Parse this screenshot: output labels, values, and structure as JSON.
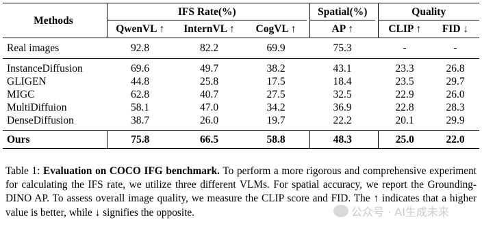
{
  "table": {
    "header_methods": "Methods",
    "groups": {
      "ifs": "IFS Rate(%)",
      "spatial": "Spatial(%)",
      "quality": "Quality"
    },
    "subheaders": [
      "QwenVL ↑",
      "InternVL ↑",
      "CogVL ↑",
      "AP ↑",
      "CLIP ↑",
      "FID ↓"
    ],
    "real_row": {
      "name": "Real images",
      "values": [
        "92.8",
        "82.2",
        "69.9",
        "75.3",
        "-",
        "-"
      ]
    },
    "rows": [
      {
        "name": "InstanceDiffusion",
        "values": [
          "69.6",
          "49.7",
          "38.2",
          "43.1",
          "23.3",
          "26.8"
        ]
      },
      {
        "name": "GLIGEN",
        "values": [
          "44.8",
          "25.8",
          "17.5",
          "18.4",
          "23.5",
          "29.7"
        ]
      },
      {
        "name": "MIGC",
        "values": [
          "62.8",
          "40.7",
          "27.5",
          "32.5",
          "22.9",
          "26.0"
        ]
      },
      {
        "name": "MultiDiffuion",
        "values": [
          "58.1",
          "47.0",
          "34.2",
          "36.9",
          "22.8",
          "28.3"
        ]
      },
      {
        "name": "DenseDiffusion",
        "values": [
          "38.7",
          "26.0",
          "19.7",
          "22.2",
          "20.1",
          "29.9"
        ]
      }
    ],
    "ours_row": {
      "name": "Ours",
      "values": [
        "75.8",
        "66.5",
        "58.8",
        "48.3",
        "25.0",
        "22.0"
      ]
    }
  },
  "caption": {
    "label": "Table 1: ",
    "title": "Evaluation on COCO IFG benchmark.",
    "text": " To perform a more rigorous and comprehensive experiment for calculating the IFS rate, we utilize three different VLMs. For spatial accuracy, we report the Grounding-DINO AP. To assess overall image quality, we measure the CLIP score and FID. The ↑ indicates that a higher value is better, while ↓ signifies the opposite."
  },
  "watermark": {
    "text": "公众号 · AI生成未来",
    "icon": "wechat-icon"
  }
}
